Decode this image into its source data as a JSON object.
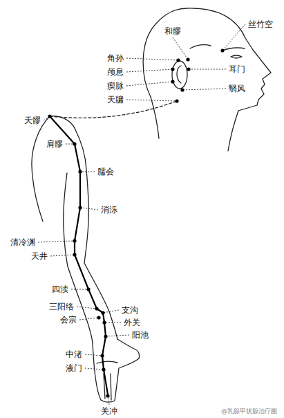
{
  "diagram": {
    "labels": [
      "角孙",
      "和髎",
      "丝竹空",
      "颅息",
      "耳门",
      "瘈脉",
      "翳风",
      "天牖",
      "天髎",
      "肩髎",
      "臑会",
      "消泺",
      "清冷渊",
      "天井",
      "四渎",
      "三阳络",
      "支沟",
      "会宗",
      "外关",
      "阳池",
      "中渚",
      "液门",
      "关冲",
      "@乳腺甲状腺治疗圈"
    ]
  }
}
